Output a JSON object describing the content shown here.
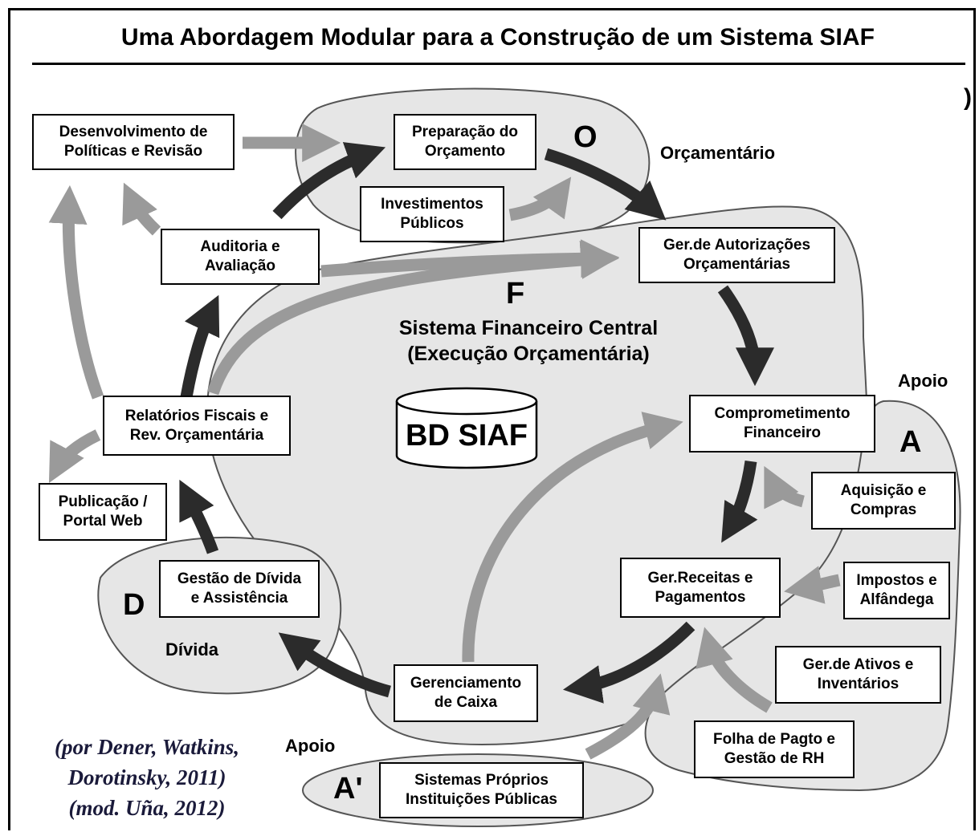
{
  "title": "Uma Abordagem Modular para a Construção de um Sistema SIAF",
  "stray_mark": ")",
  "regions": {
    "orcamentario": {
      "letter": "O",
      "label": "Orçamentário"
    },
    "financeiro": {
      "letter": "F",
      "label": "Sistema Financeiro Central\n(Execução Orçamentária)"
    },
    "apoio": {
      "letter": "A",
      "label": "Apoio"
    },
    "apoio_proprio": {
      "letter": "A'",
      "label": "Apoio"
    },
    "divida": {
      "letter": "D",
      "label": "Dívida"
    }
  },
  "database": {
    "label": "BD SIAF"
  },
  "boxes": {
    "desenvolvimento": "Desenvolvimento de\nPolíticas e Revisão",
    "preparacao": "Preparação do\nOrçamento",
    "investimentos": "Investimentos\nPúblicos",
    "auditoria": "Auditoria e\nAvaliação",
    "autorizacoes": "Ger.de Autorizações\nOrçamentárias",
    "relatorios": "Relatórios Fiscais e\nRev. Orçamentária",
    "comprometimento": "Comprometimento\nFinanceiro",
    "publicacao": "Publicação /\nPortal Web",
    "aquisicao": "Aquisição e\nCompras",
    "receitas": "Ger.Receitas e\nPagamentos",
    "impostos": "Impostos e\nAlfândega",
    "divida": "Gestão de Dívida\ne Assistência",
    "ativos": "Ger.de Ativos e\nInventários",
    "caixa": "Gerenciamento\nde Caixa",
    "folha": "Folha de Pagto e\nGestão de RH",
    "sistemas_proprios": "Sistemas Próprios\nInstituições Públicas"
  },
  "citation": {
    "line1": "(por Dener, Watkins,",
    "line2": "Dorotinsky, 2011)",
    "line3": "(mod. Uña, 2012)"
  },
  "colors": {
    "region_fill": "#e6e6e6",
    "region_stroke": "#555555",
    "arrow_dark": "#2b2b2b",
    "arrow_light": "#9a9a9a"
  }
}
